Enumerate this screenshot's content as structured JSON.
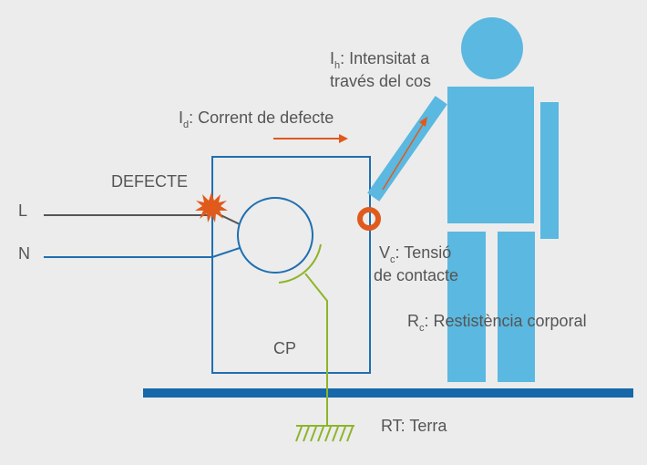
{
  "labels": {
    "ih_main": "I",
    "ih_sub": "h",
    "ih_rest": ": Intensitat a",
    "ih_line2": "través del cos",
    "id_main": "I",
    "id_sub": "d",
    "id_rest": ": Corrent de defecte",
    "defecte": "DEFECTE",
    "l": "L",
    "n": "N",
    "vc_main": "V",
    "vc_sub": "c",
    "vc_rest": ": Tensió",
    "vc_line2": "de contacte",
    "rc_main": "R",
    "rc_sub": "c",
    "rc_rest": ": Restistència corporal",
    "cp": "CP",
    "rt": "RT: Terra"
  },
  "colors": {
    "blue_line": "#1f6fb0",
    "ground_bar": "#1668a8",
    "person": "#5bb8e0",
    "orange": "#e05a1c",
    "green": "#8db52a",
    "gray_line": "#555555"
  }
}
